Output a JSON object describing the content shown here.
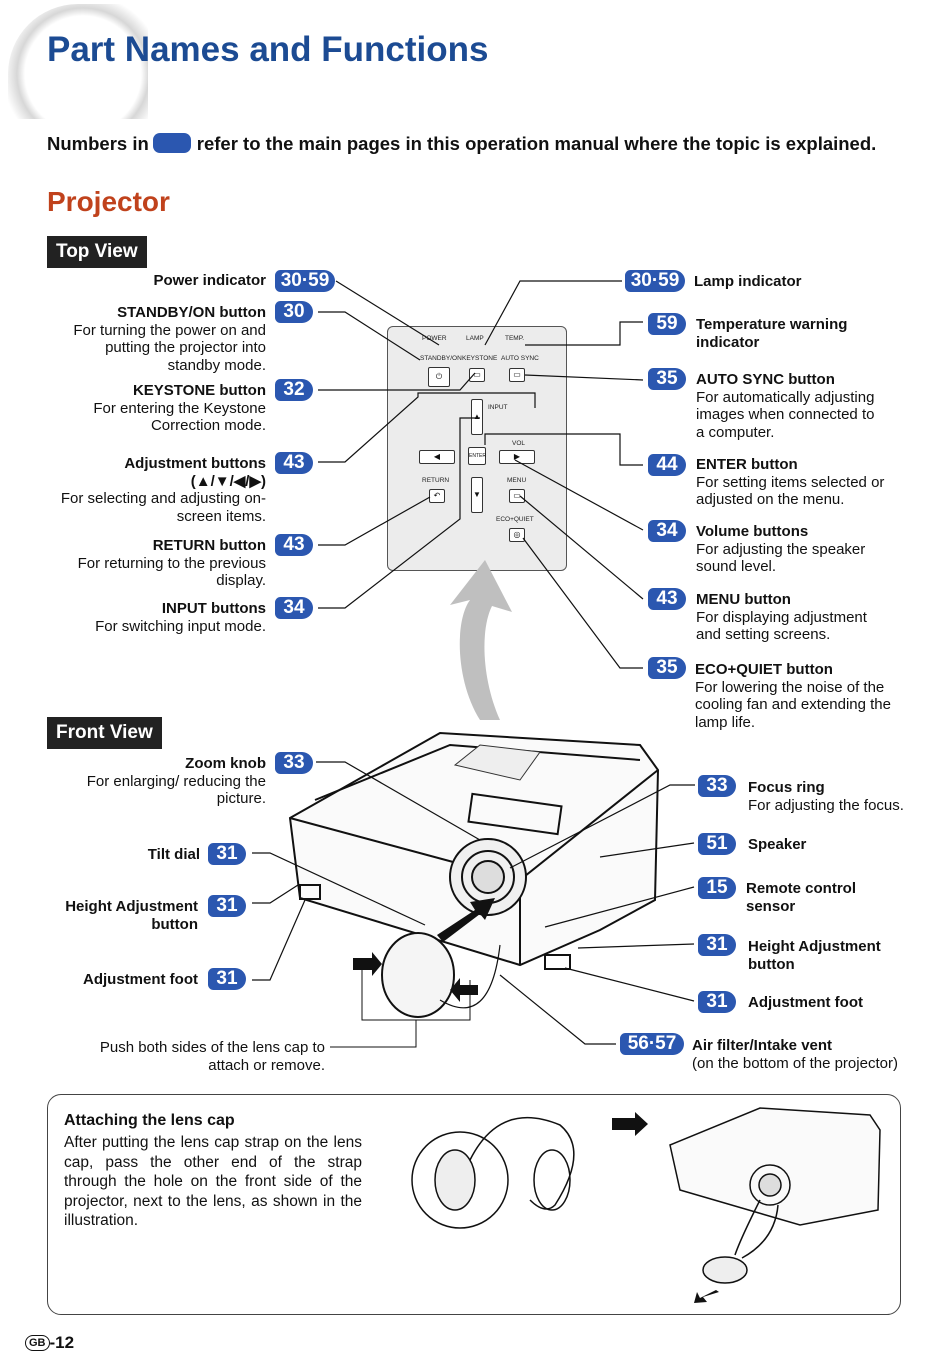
{
  "header": {
    "title": "Part Names and Functions",
    "intro_before": "Numbers in",
    "intro_after": "refer to the main pages in this operation manual where the topic is explained."
  },
  "section_title": "Projector",
  "top_view": {
    "tag": "Top View",
    "left": [
      {
        "name": "Power indicator",
        "desc": "",
        "page": "30·59"
      },
      {
        "name": "STANDBY/ON button",
        "desc": "For turning the power on and putting the projector into standby mode.",
        "page": "30"
      },
      {
        "name": "KEYSTONE button",
        "desc": "For entering the Keystone Correction mode.",
        "page": "32"
      },
      {
        "name": "Adjustment buttons",
        "name2": "(▲/▼/◀/▶)",
        "desc": "For selecting and adjusting on-screen items.",
        "page": "43"
      },
      {
        "name": "RETURN button",
        "desc": "For returning to the previous display.",
        "page": "43"
      },
      {
        "name": "INPUT buttons",
        "desc": "For switching input mode.",
        "page": "34"
      }
    ],
    "right": [
      {
        "name": "Lamp indicator",
        "desc": "",
        "page": "30·59"
      },
      {
        "name": "Temperature warning indicator",
        "desc": "",
        "page": "59"
      },
      {
        "name": "AUTO SYNC button",
        "desc": "For automatically adjusting images when connected to a computer.",
        "page": "35"
      },
      {
        "name": "ENTER button",
        "desc": "For setting items selected or adjusted on the menu.",
        "page": "44"
      },
      {
        "name": "Volume buttons",
        "desc": "For adjusting the speaker sound level.",
        "page": "34"
      },
      {
        "name": "MENU button",
        "desc": "For displaying adjustment and setting screens.",
        "page": "43"
      },
      {
        "name": "ECO+QUIET button",
        "desc": "For lowering the noise of the cooling fan and extending the lamp life.",
        "page": "35"
      }
    ],
    "panel_labels": {
      "power": "POWER",
      "lamp": "LAMP",
      "temp": "TEMP.",
      "standby": "STANDBY/ON",
      "keystone": "KEYSTONE",
      "autosync": "AUTO SYNC",
      "input": "INPUT",
      "vol": "VOL",
      "return": "RETURN",
      "menu": "MENU",
      "eco": "ECO+QUIET",
      "enter": "ENTER"
    }
  },
  "front_view": {
    "tag": "Front View",
    "left": [
      {
        "name": "Zoom knob",
        "desc": "For enlarging/ reducing the picture.",
        "page": "33"
      },
      {
        "name": "Tilt dial",
        "desc": "",
        "page": "31"
      },
      {
        "name": "Height Adjustment button",
        "desc": "",
        "page": "31"
      },
      {
        "name": "Adjustment foot",
        "desc": "",
        "page": "31"
      }
    ],
    "right": [
      {
        "name": "Focus ring",
        "desc": "For adjusting the focus.",
        "page": "33"
      },
      {
        "name": "Speaker",
        "desc": "",
        "page": "51"
      },
      {
        "name": "Remote control sensor",
        "desc": "",
        "page": "15"
      },
      {
        "name": "Height Adjustment button",
        "desc": "",
        "page": "31"
      },
      {
        "name": "Adjustment foot",
        "desc": "",
        "page": "31"
      },
      {
        "name": "Air filter/Intake vent",
        "desc": "(on the bottom of the projector)",
        "page": "56·57"
      }
    ],
    "lens_cap_note": "Push both sides of the lens cap to attach or remove."
  },
  "lens_cap_box": {
    "title": "Attaching the lens cap",
    "body": "After putting the lens cap strap on the lens cap, pass the other end of the strap through the hole on the front side of the projector, next to the lens, as shown in the illustration."
  },
  "footer": {
    "region": "GB",
    "page": "-12"
  },
  "colors": {
    "title_blue": "#1c4b93",
    "badge_blue": "#2b57b0",
    "section_red": "#c0421c"
  }
}
